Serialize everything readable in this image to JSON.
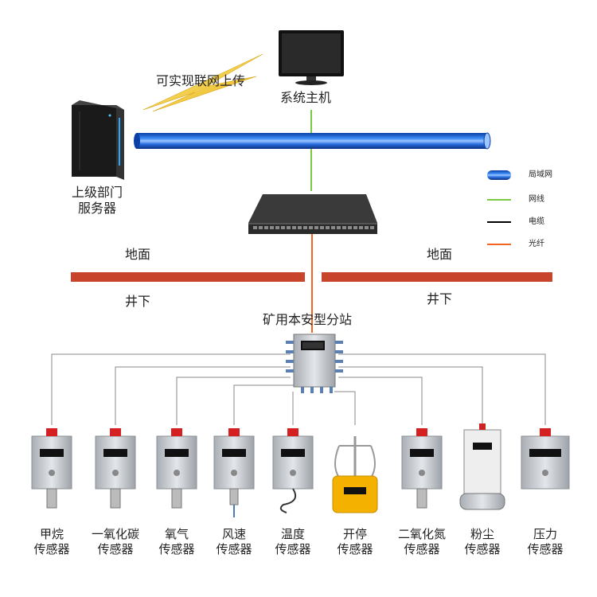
{
  "labels": {
    "upload": "可实现联网上传",
    "host": "系统主机",
    "server_line1": "上级部门",
    "server_line2": "服务器",
    "ground_left": "地面",
    "ground_right": "地面",
    "underground_left": "井下",
    "underground_right": "井下",
    "substation": "矿用本安型分站"
  },
  "legend": [
    {
      "label": "局域网",
      "color": "#1c5fd6"
    },
    {
      "label": "网线",
      "color": "#7ac943"
    },
    {
      "label": "电缆",
      "color": "#000000"
    },
    {
      "label": "光纤",
      "color": "#f26522"
    }
  ],
  "sensors": [
    {
      "line1": "甲烷",
      "line2": "传感器"
    },
    {
      "line1": "一氧化碳",
      "line2": "传感器"
    },
    {
      "line1": "氧气",
      "line2": "传感器"
    },
    {
      "line1": "风速",
      "line2": "传感器"
    },
    {
      "line1": "温度",
      "line2": "传感器"
    },
    {
      "line1": "开停",
      "line2": "传感器"
    },
    {
      "line1": "二氧化氮",
      "line2": "传感器"
    },
    {
      "line1": "粉尘",
      "line2": "传感器"
    },
    {
      "line1": "压力",
      "line2": "传感器"
    }
  ],
  "colors": {
    "ground_bar": "#c8442a",
    "lan": "#1c5fd6",
    "network_cable": "#7ac943",
    "fiber": "#f26522",
    "cable": "#888888"
  }
}
